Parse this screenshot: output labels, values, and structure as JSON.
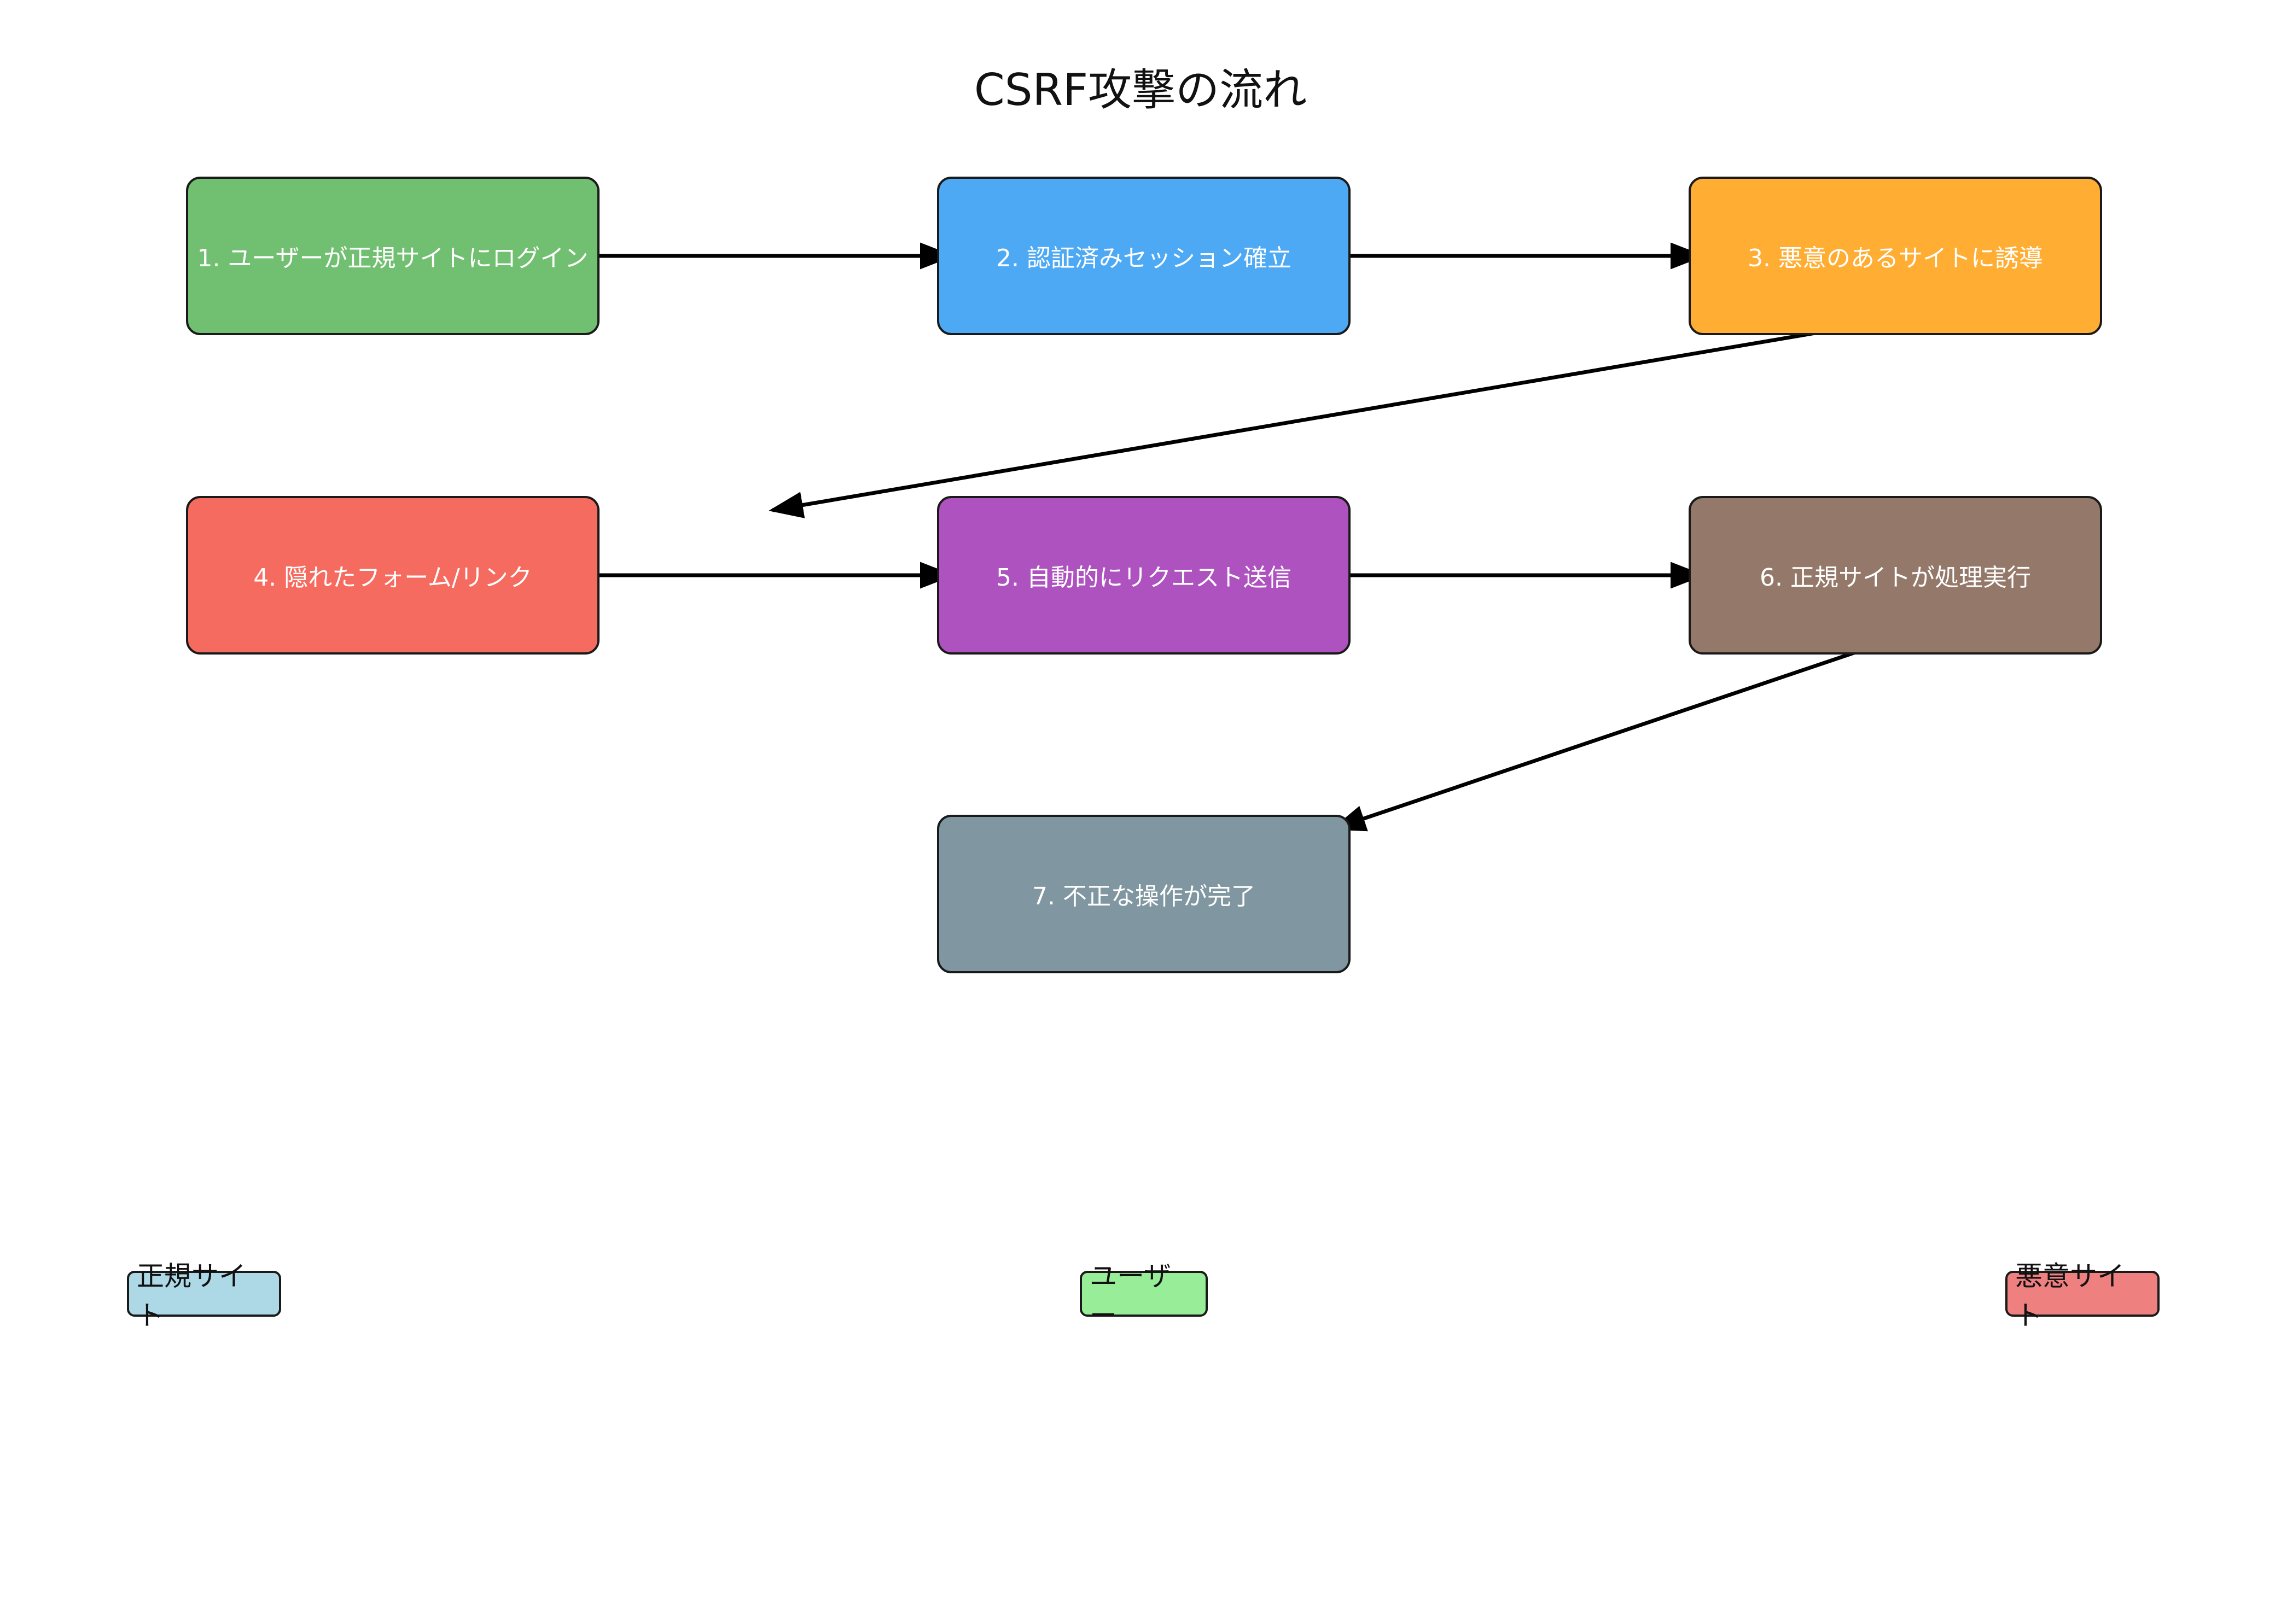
{
  "title": "CSRF攻撃の流れ",
  "steps": [
    {
      "label": "1. ユーザーが正規サイトにログイン",
      "color": "#71bf70"
    },
    {
      "label": "2. 認証済みセッション確立",
      "color": "#4ea9f5"
    },
    {
      "label": "3. 悪意のあるサイトに誘導",
      "color": "#ffad33"
    },
    {
      "label": "4. 隠れたフォーム/リンク",
      "color": "#f66b60"
    },
    {
      "label": "5. 自動的にリクエスト送信",
      "color": "#ad52bf"
    },
    {
      "label": "6. 正規サイトが処理実行",
      "color": "#94796a"
    },
    {
      "label": "7. 不正な操作が完了",
      "color": "#8096a0"
    }
  ],
  "legend": [
    {
      "label": "正規サイト",
      "color": "#add8e6"
    },
    {
      "label": "ユーザー",
      "color": "#98ee98"
    },
    {
      "label": "悪意サイト",
      "color": "#ef8080"
    }
  ]
}
